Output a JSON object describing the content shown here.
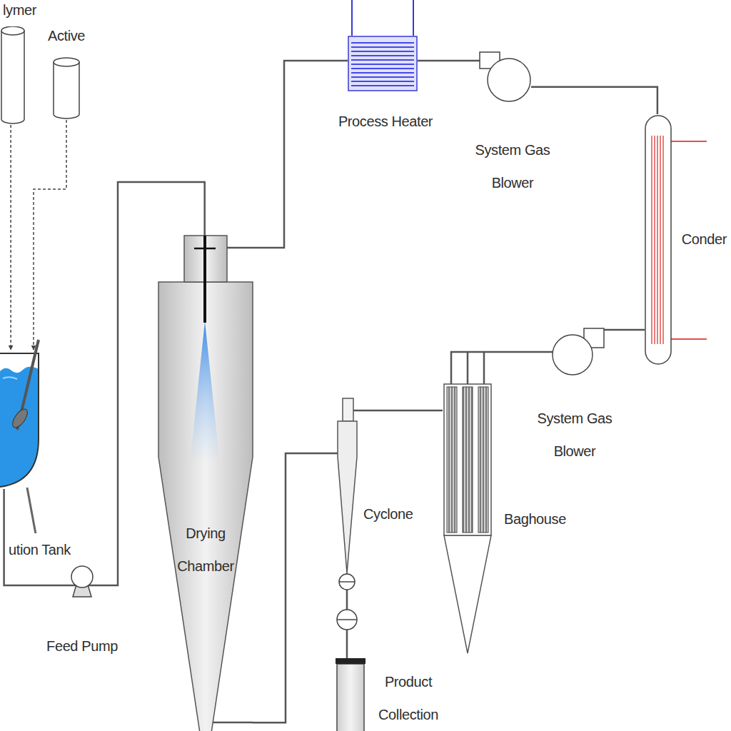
{
  "diagram": {
    "nodes": [
      {
        "text": [
          "lymer"
        ]
      },
      {
        "text": [
          "Active"
        ]
      },
      {
        "text": [
          "ution Tank"
        ]
      },
      {
        "text": [
          "Feed Pump"
        ]
      },
      {
        "text": [
          "Drying Chamber"
        ]
      },
      {
        "text": [
          "Process Heater"
        ]
      },
      {
        "text": [
          "System Gas Blower"
        ]
      },
      {
        "text": [
          "Conder"
        ]
      },
      {
        "text": [
          "System Gas Blower"
        ]
      },
      {
        "text": [
          "Cyclone"
        ]
      },
      {
        "text": [
          "Baghouse"
        ]
      },
      {
        "text": [
          "Product Collection"
        ]
      }
    ],
    "edges": [
      {
        "from": 0,
        "to": 2,
        "arrow": "to"
      },
      {
        "from": 1,
        "to": 2,
        "arrow": "to"
      },
      {
        "from": 2,
        "to": 3,
        "arrow": "none"
      },
      {
        "from": 3,
        "to": 4,
        "arrow": "none"
      },
      {
        "from": 5,
        "to": 4,
        "arrow": "none"
      },
      {
        "from": 6,
        "to": 5,
        "arrow": "none"
      },
      {
        "from": 7,
        "to": 6,
        "arrow": "none"
      },
      {
        "from": 8,
        "to": 7,
        "arrow": "none"
      },
      {
        "from": 10,
        "to": 8,
        "arrow": "none"
      },
      {
        "from": 9,
        "to": 10,
        "arrow": "none"
      },
      {
        "from": 4,
        "to": 9,
        "arrow": "none"
      },
      {
        "from": 9,
        "to": 11,
        "arrow": "none"
      }
    ]
  }
}
